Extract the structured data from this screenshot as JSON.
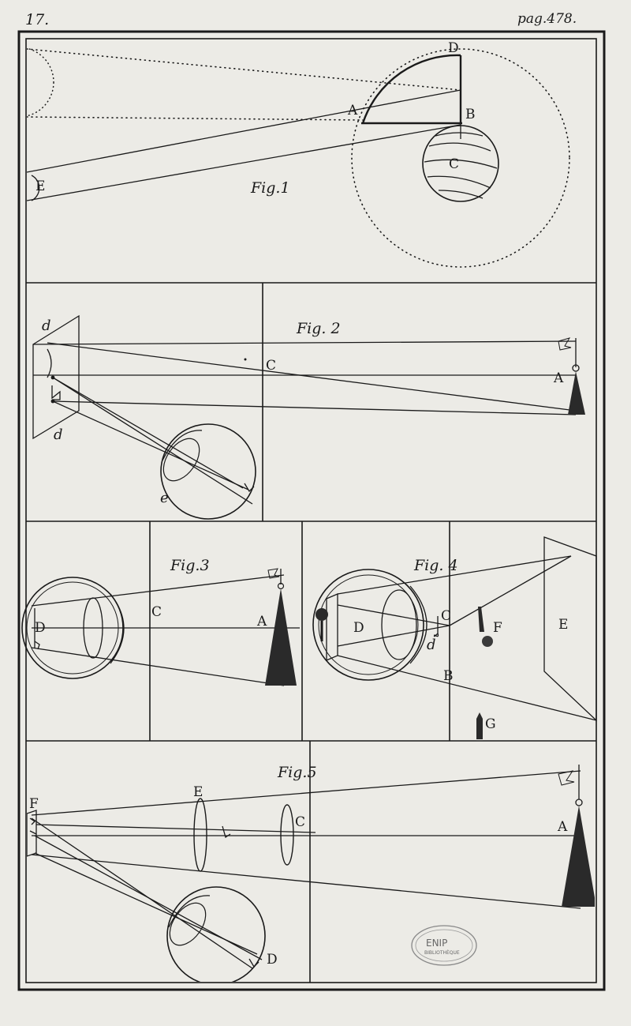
{
  "header": {
    "plate_number": "17.",
    "page_ref": "pag.478."
  },
  "fig1": {
    "title": "Fig.1",
    "labels": {
      "D": "D",
      "A": "A",
      "B": "B",
      "C": "C",
      "E": "E"
    }
  },
  "fig2": {
    "title": "Fig. 2",
    "labels": {
      "d_top": "d",
      "C": "C",
      "A": "A",
      "d_bottom": "d",
      "e": "e"
    }
  },
  "fig3": {
    "title": "Fig.3",
    "labels": {
      "D": "D",
      "C": "C",
      "A": "A"
    }
  },
  "fig4": {
    "title": "Fig. 4",
    "labels": {
      "D": "D",
      "C": "C",
      "d": "d",
      "F": "F",
      "E": "E",
      "B": "B",
      "G": "G"
    }
  },
  "fig5": {
    "title": "Fig.5",
    "labels": {
      "F": "F",
      "E": "E",
      "C": "C",
      "A": "A",
      "D": "D"
    }
  },
  "stamp": {
    "text": "ENIP",
    "sub": "BIBLIOTHÈQUE"
  }
}
